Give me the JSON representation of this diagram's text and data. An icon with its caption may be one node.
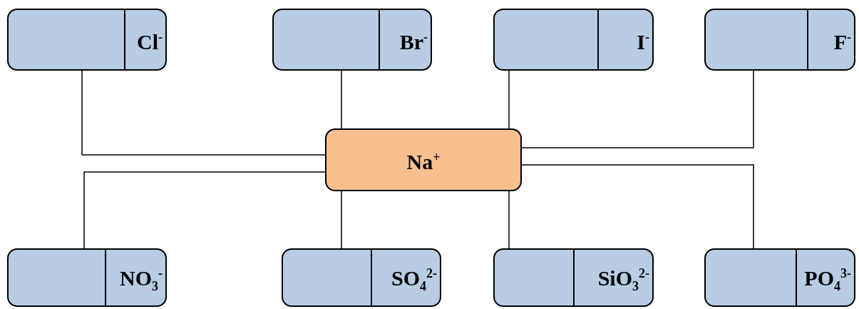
{
  "diagram": {
    "nodes": [
      {
        "text": [
          "Cl$^{-}$"
        ]
      },
      {
        "text": [
          "Br$^{-}$"
        ]
      },
      {
        "text": [
          "I$^{-}$"
        ]
      },
      {
        "text": [
          "F$^{-}$"
        ]
      },
      {
        "text": [
          "Na$^{+}$"
        ]
      },
      {
        "text": [
          "NO$_{3}$$^{-}$"
        ]
      },
      {
        "text": [
          "SO$_{4}$$^{2-}$"
        ]
      },
      {
        "text": [
          "SiO$_{3}$$^{2-}$"
        ]
      },
      {
        "text": [
          "PO$_{4}$$^{3-}$"
        ]
      }
    ],
    "edges": [
      {
        "from": 0,
        "to": 4,
        "arrow": "none"
      },
      {
        "from": 1,
        "to": 4,
        "arrow": "none"
      },
      {
        "from": 2,
        "to": 4,
        "arrow": "none"
      },
      {
        "from": 3,
        "to": 4,
        "arrow": "none"
      },
      {
        "from": 5,
        "to": 4,
        "arrow": "none"
      },
      {
        "from": 6,
        "to": 4,
        "arrow": "none"
      },
      {
        "from": 7,
        "to": 4,
        "arrow": "none"
      },
      {
        "from": 8,
        "to": 4,
        "arrow": "none"
      }
    ]
  }
}
